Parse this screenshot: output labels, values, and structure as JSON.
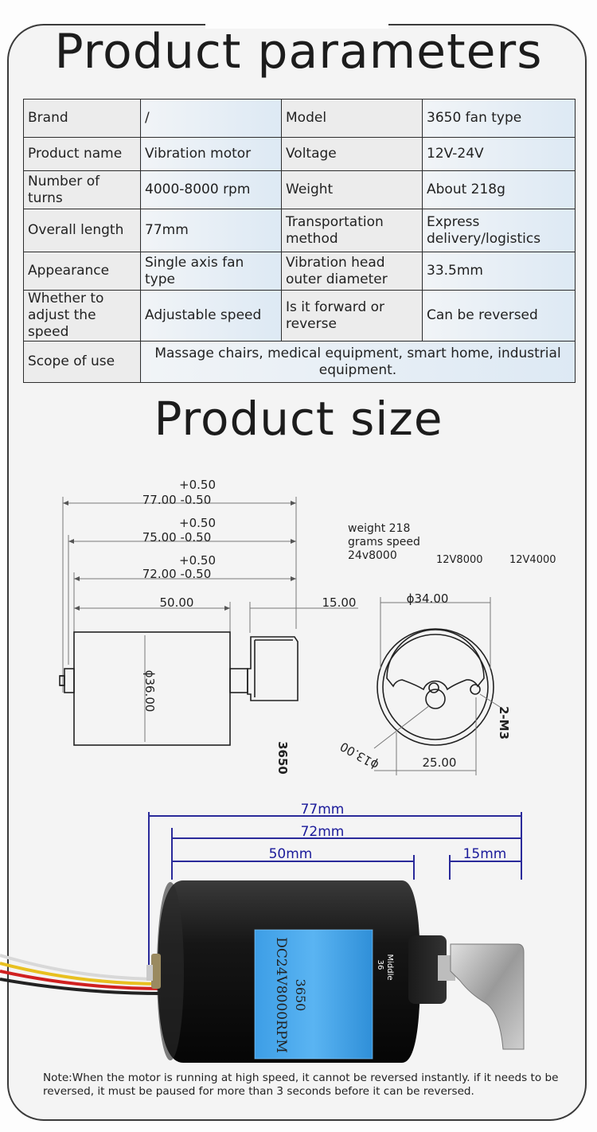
{
  "title": "Product parameters",
  "size_title": "Product size",
  "params": {
    "rows": [
      [
        {
          "k": "Brand"
        },
        {
          "v": "/"
        },
        {
          "k": "Model"
        },
        {
          "v": "3650 fan type"
        }
      ],
      [
        {
          "k": "Product name"
        },
        {
          "v": "Vibration motor"
        },
        {
          "k": "Voltage"
        },
        {
          "v": "12V-24V"
        }
      ],
      [
        {
          "k": "Number of turns"
        },
        {
          "v": "4000-8000 rpm"
        },
        {
          "k": "Weight"
        },
        {
          "v": "About 218g"
        }
      ],
      [
        {
          "k": "Overall length"
        },
        {
          "v": "77mm"
        },
        {
          "k": "Transportation method"
        },
        {
          "v": "Express delivery/logistics"
        }
      ],
      [
        {
          "k": "Appearance"
        },
        {
          "v": "Single axis fan type"
        },
        {
          "k": "Vibration head outer diameter"
        },
        {
          "v": "33.5mm"
        }
      ],
      [
        {
          "k": "Whether to adjust the speed"
        },
        {
          "v": "Adjustable speed"
        },
        {
          "k": "Is it forward or reverse"
        },
        {
          "v": "Can be reversed"
        }
      ]
    ],
    "scope_label": "Scope of use",
    "scope_value": "Massage chairs, medical equipment, smart home, industrial equipment."
  },
  "drawing": {
    "tol_plus": "+0.50",
    "dim77": "77.00 -0.50",
    "dim75": "75.00 -0.50",
    "dim72": "72.00 -0.50",
    "dim50": "50.00",
    "dim15": "15.00",
    "dia36": "ϕ36.00",
    "dia34": "ϕ34.00",
    "dia13": "ϕ13.00",
    "dim25": "25.00",
    "thread": "2-M3",
    "model": "3650",
    "weight_note": "weight 218 grams speed 24v8000",
    "spec_a": "12V8000",
    "spec_b": "12V4000"
  },
  "photo": {
    "d77": "77mm",
    "d72": "72mm",
    "d50": "50mm",
    "d15": "15mm",
    "label_model": "3650",
    "label_spec": "DC24V8000RPM",
    "middle": "Middle",
    "middle_val": "36"
  },
  "note": "Note:When the motor is running at high speed, it cannot be reversed instantly. if it needs to be reversed, it must be paused for more than 3 seconds before it can be reversed."
}
